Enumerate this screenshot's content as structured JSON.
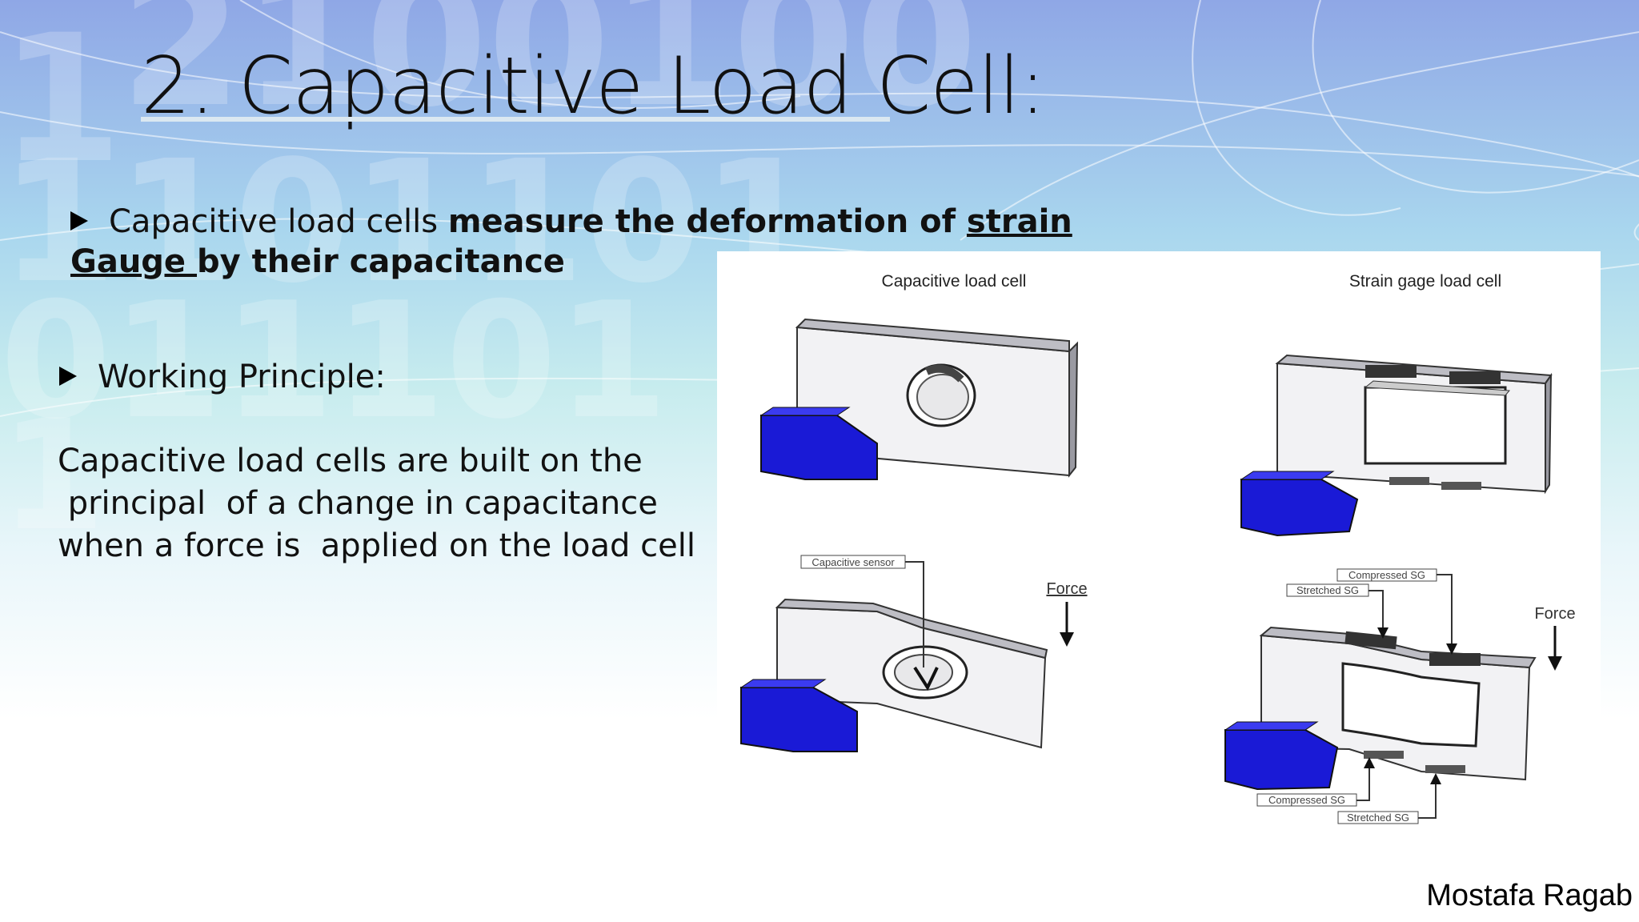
{
  "slide": {
    "title": "2. Capacitive Load Cell:",
    "bullet1": {
      "plain_start": "Capacitive load cells ",
      "bold_part": "measure the deformation of ",
      "underlined_part": "strain Gauge ",
      "bold_end": "by their  capacitance"
    },
    "bullet2": "Working Principle:",
    "paragraph": [
      "Capacitive load cells are built on the",
      " principal  of a change in capacitance",
      "when a force is  applied on the load cell"
    ],
    "author": "Mostafa Ragab"
  },
  "figure": {
    "left_title": "Capacitive load cell",
    "right_title": "Strain gage load cell",
    "capacitive_sensor": "Capacitive sensor",
    "force_left": "Force",
    "force_right": "Force",
    "compressed_sg_top": "Compressed SG",
    "stretched_sg_top": "Stretched SG",
    "compressed_sg_bottom": "Compressed SG",
    "stretched_sg_bottom": "Stretched SG"
  },
  "colors": {
    "base_block": "#1a1ad6",
    "bar_face": "#f2f2f4",
    "sensor_dark": "#333333"
  }
}
